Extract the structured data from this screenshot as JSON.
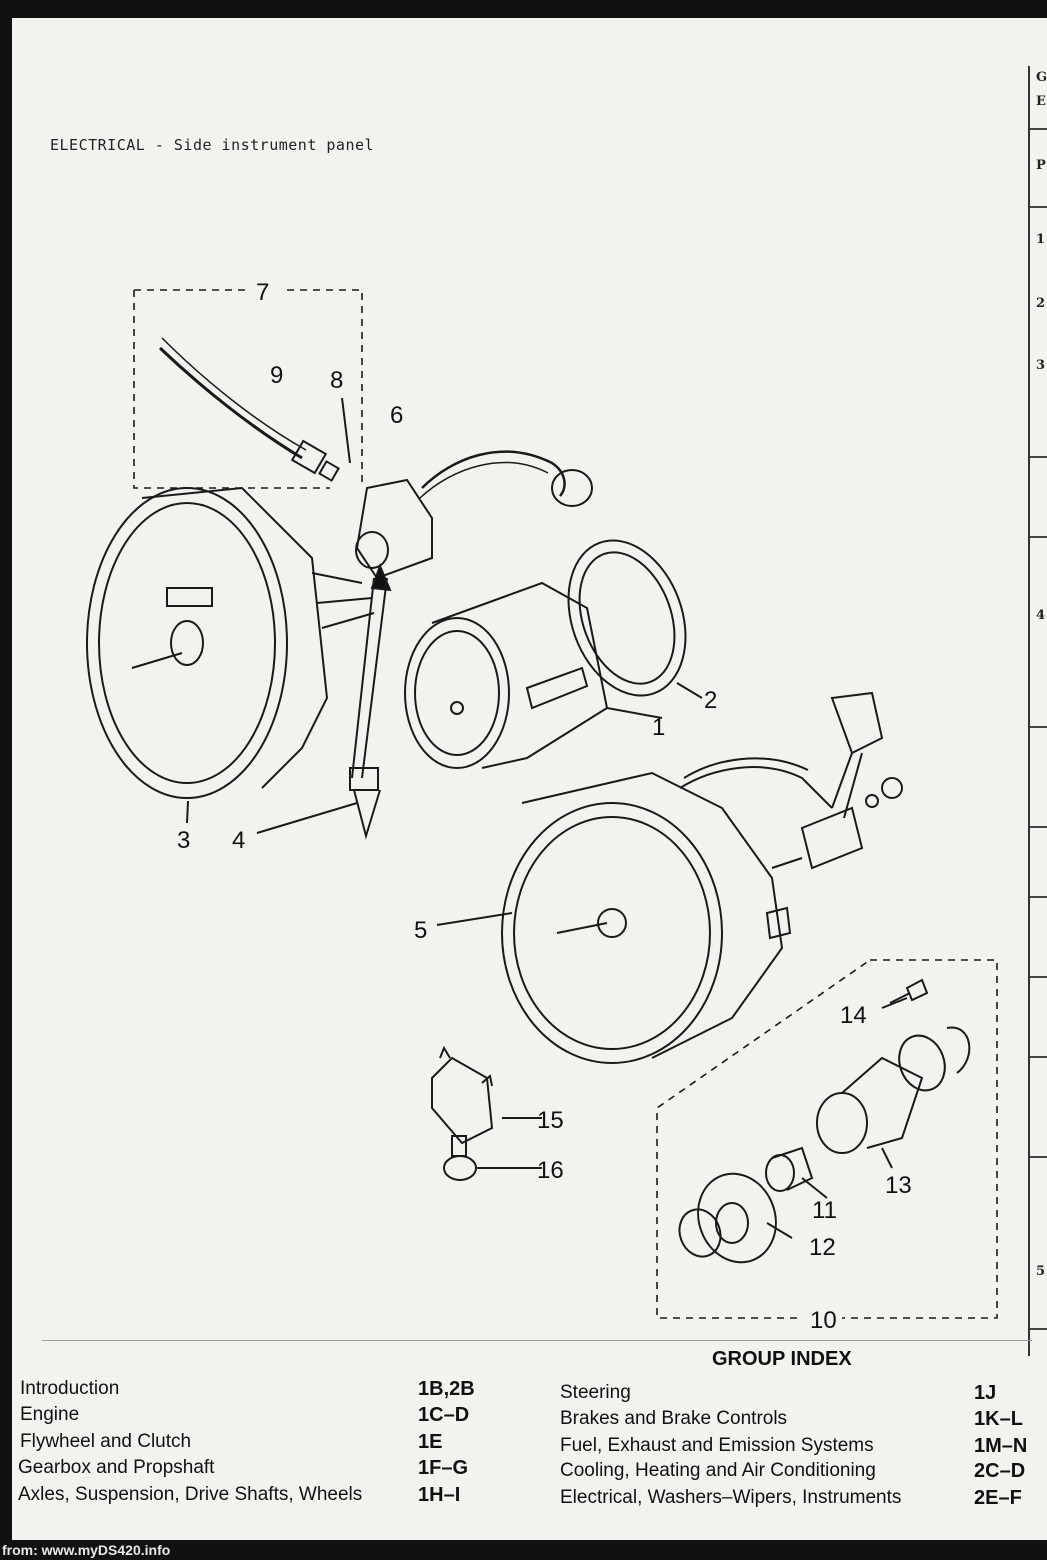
{
  "header": {
    "title": "ELECTRICAL - Side instrument panel"
  },
  "right_strip": [
    "G",
    "E",
    "P",
    "1",
    "2",
    "3",
    "4",
    "5"
  ],
  "callouts": [
    "7",
    "9",
    "8",
    "6",
    "2",
    "1",
    "3",
    "4",
    "5",
    "14",
    "13",
    "15",
    "11",
    "16",
    "12",
    "10"
  ],
  "group_index": {
    "title": "GROUP INDEX",
    "left": [
      {
        "label": "Introduction",
        "code": "1B,2B"
      },
      {
        "label": "Engine",
        "code": "1C–D"
      },
      {
        "label": "Flywheel and Clutch",
        "code": "1E"
      },
      {
        "label": "Gearbox and Propshaft",
        "code": "1F–G"
      },
      {
        "label": "Axles, Suspension, Drive Shafts, Wheels",
        "code": "1H–I"
      }
    ],
    "right": [
      {
        "label": "Steering",
        "code": "1J"
      },
      {
        "label": "Brakes and Brake Controls",
        "code": "1K–L"
      },
      {
        "label": "Fuel, Exhaust and Emission Systems",
        "code": "1M–N"
      },
      {
        "label": "Cooling, Heating and Air Conditioning",
        "code": "2C–D"
      },
      {
        "label": "Electrical, Washers–Wipers, Instruments",
        "code": "2E–F"
      }
    ]
  },
  "footer": {
    "text": "from: www.myDS420.info"
  }
}
